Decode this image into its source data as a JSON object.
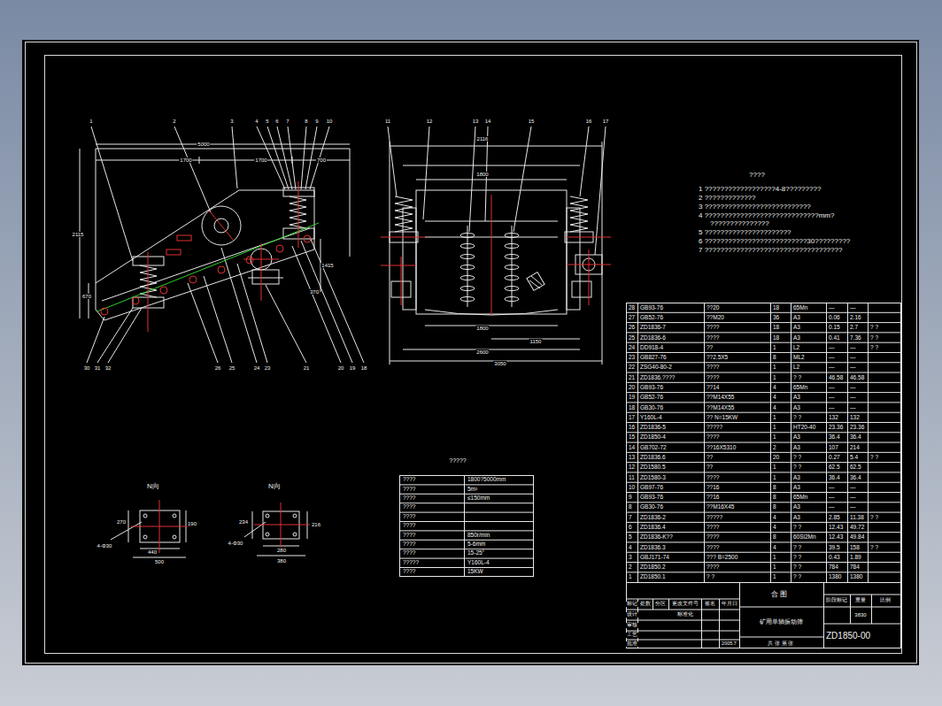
{
  "diagram": {
    "labels": [
      "1",
      "2",
      "3",
      "4",
      "5",
      "6",
      "7",
      "8",
      "9",
      "10",
      "30",
      "31",
      "32",
      "26",
      "25",
      "24",
      "23",
      "21",
      "20",
      "19",
      "18",
      "11",
      "12",
      "13",
      "14",
      "15",
      "16",
      "17",
      "5000",
      "1700",
      "1700",
      "700",
      "2115",
      "670",
      "1415",
      "370",
      "2116",
      "1800",
      "1800",
      "1150",
      "2600",
      "3050",
      "N向",
      "N向",
      "270",
      "440",
      "500",
      "190",
      "4-Φ30",
      "234",
      "280",
      "380",
      "216",
      "4-Φ30",
      "????",
      "1 ??????????????????4-8?????????",
      "2 ?????????????",
      "3 ???????????????????????????",
      "4 ?????????????????????????????mm?",
      "???????????????",
      "5 ??????????????????????",
      "6 ??????????????????????????30?????????",
      "7 ???????????????????????????????????",
      "?????",
      "????",
      "1800?5000mm",
      "????",
      "5m²",
      "????",
      "≤150mm",
      "????",
      "????",
      "????",
      "????",
      "850r/min",
      "????",
      "5-6mm",
      "????",
      "15-25°",
      "?????",
      "Y160L-4",
      "????",
      "15KW",
      "28",
      "GB93-76",
      "??20",
      "18",
      "65Mn",
      "—",
      "—",
      "27",
      "GB52-76",
      "??M20",
      "36",
      "A3",
      "0.06",
      "2.16",
      "26",
      "ZD1836-7",
      "????",
      "18",
      "A3",
      "0.15",
      "2.7",
      "? ?",
      "25",
      "ZD1836-6",
      "????",
      "18",
      "A3",
      "0.41",
      "7.36",
      "? ?",
      "24",
      "DD918-4",
      "??",
      "1",
      "L2",
      "—",
      "—",
      "? ?",
      "23",
      "GB827-76",
      "??2.5X5",
      "8",
      "ML2",
      "—",
      "—",
      "22",
      "ZSG40-80-2",
      "????",
      "1",
      "L2",
      "—",
      "—",
      "21",
      "ZD1836.????",
      "????",
      "1",
      "? ?",
      "46.58",
      "46.58",
      "20",
      "GB93-76",
      "??14",
      "4",
      "65Mn",
      "—",
      "—",
      "19",
      "GB52-76",
      "??M14X55",
      "4",
      "A3",
      "—",
      "—",
      "18",
      "GB30-76",
      "??M14X55",
      "4",
      "A3",
      "—",
      "—",
      "17",
      "Y160L-4",
      "?? N=15KW",
      "1",
      "? ?",
      "132",
      "132",
      "16",
      "ZD1836-5",
      "?????",
      "1",
      "HT20-40",
      "23.36",
      "23.36",
      "15",
      "ZD1850-4",
      "????",
      "1",
      "A3",
      "36.4",
      "36.4",
      "14",
      "GB702-72",
      "??16X5310",
      "2",
      "A3",
      "107",
      "214",
      "13",
      "ZD1836.6",
      "??",
      "20",
      "? ?",
      "0.27",
      "5.4",
      "? ?",
      "12",
      "ZD1580.5",
      "??",
      "1",
      "? ?",
      "62.5",
      "62.5",
      "11",
      "ZD1580-3",
      "????",
      "1",
      "A3",
      "36.4",
      "36.4",
      "10",
      "GB97-76",
      "??16",
      "8",
      "A3",
      "—",
      "—",
      "9",
      "GB93-76",
      "??16",
      "8",
      "65Mn",
      "—",
      "—",
      "8",
      "GB30-76",
      "??M16X45",
      "8",
      "A3",
      "—",
      "—",
      "7",
      "ZD1836-2",
      "?????",
      "4",
      "A3",
      "2.85",
      "11.38",
      "? ?",
      "6",
      "ZD1836.4",
      "????",
      "4",
      "? ?",
      "12.43",
      "49.72",
      "5",
      "ZD1836-K??",
      "????",
      "8",
      "60Si2Mn",
      "12.43",
      "49.84",
      "4",
      "ZD1836.3",
      "????",
      "4",
      "? ?",
      "39.5",
      "158",
      "? ?",
      "3",
      "GBJ171-74",
      "??? B=2500",
      "1",
      "? ?",
      "0.43",
      "1.89",
      "2",
      "ZD1850.2",
      "????",
      "1",
      "? ?",
      "784",
      "784",
      "1",
      "ZD1850.1",
      "? ?",
      "1",
      "? ?",
      "1380",
      "1380",
      "合 图",
      "标记",
      "处数",
      "分区",
      "更改文件号",
      "签名",
      "年月日",
      "设计",
      "标准化",
      "审核",
      "工艺",
      "2005.7",
      "批准",
      "矿用单轴振动筛",
      "共 张 第 张",
      "阶段标记",
      "重量",
      "比例",
      "3830",
      "ZD1850-00"
    ]
  }
}
